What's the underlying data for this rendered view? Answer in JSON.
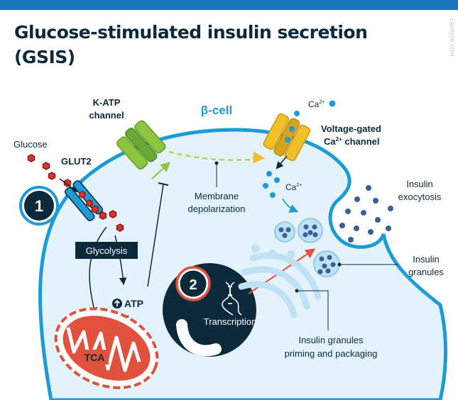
{
  "title": "Glucose-stimulated insulin secretion (GSIS)",
  "watermark": "Lipotype.com",
  "colors": {
    "top_bar": "#1a75bb",
    "cell_fill": "#e3f2fb",
    "cell_outline": "#1c9bd7",
    "dark_navy": "#0c2a3c",
    "kchannel_green": "#8cc63e",
    "cachannel_yellow": "#f0c02a",
    "glucose_red": "#d8342a",
    "mito_red": "#e0523e",
    "ca_blue": "#1c9bd7",
    "granule_blue": "#3a5f98",
    "er_blue": "#bfe1f4",
    "depolarization_dashes": "#b9d24a"
  },
  "labels": {
    "beta_cell": "β-cell",
    "katp_line1": "K-ATP",
    "katp_line2": "channel",
    "glucose": "Glucose",
    "glut2": "GLUT2",
    "step1": "1",
    "step2": "2",
    "glycolysis": "Glycolysis",
    "atp": "ATP",
    "tca": "TCA",
    "membrane_depol_line1": "Membrane",
    "membrane_depol_line2": "depolarization",
    "voltage_gated_line1": "Voltage-gated",
    "voltage_gated_line2_prefix": "Ca",
    "voltage_gated_line2_sup": "2+",
    "voltage_gated_line2_suffix": " channel",
    "ca_ion_prefix": "Ca",
    "ca_ion_sup": "2+",
    "insulin_exocytosis_line1": "Insulin",
    "insulin_exocytosis_line2": "exocytosis",
    "insulin_granules_line1": "Insulin",
    "insulin_granules_line2": "granules",
    "transcription": "Transcription",
    "priming_line1": "Insulin granules",
    "priming_line2": "priming and packaging"
  }
}
